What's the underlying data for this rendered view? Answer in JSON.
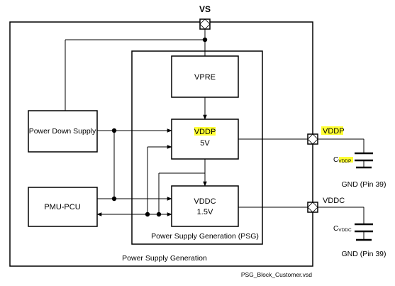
{
  "pin_vs_label": "VS",
  "blocks": {
    "vpre": "VPRE",
    "vddp": "VDDP",
    "vddp_voltage": "5V",
    "vddc": "VDDC",
    "vddc_voltage": "1.5V",
    "power_down_supply": "Power Down Supply",
    "pmu_pcu": "PMU-PCU",
    "psg_caption": "Power Supply Generation (PSG)",
    "outer_caption": "Power Supply Generation"
  },
  "outputs": {
    "vddp_pin_label": "VDDP",
    "vddc_pin_label": "VDDC",
    "cap_vddp_main": "C",
    "cap_vddp_sub": "VDDP",
    "cap_vddc_main": "C",
    "cap_vddc_sub": "VDDC",
    "gnd_vddp": "GND (Pin 39)",
    "gnd_vddc": "GND (Pin 39)"
  },
  "highlight_color": "#ffff33",
  "file_name": "PSG_Block_Customer.vsd"
}
